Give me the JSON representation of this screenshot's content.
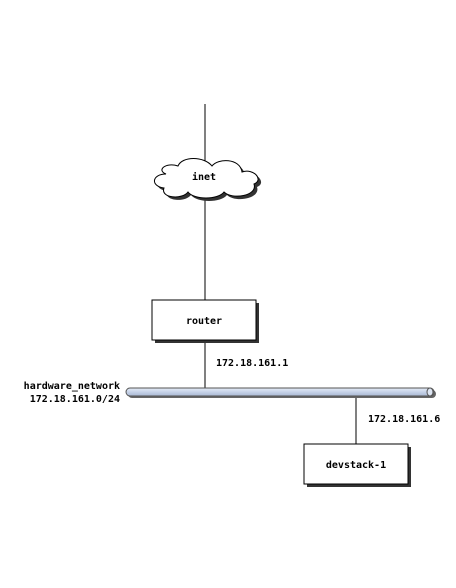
{
  "nodes": {
    "inet": {
      "label": "inet",
      "shape": "cloud"
    },
    "router": {
      "label": "router",
      "shape": "box"
    },
    "devstack": {
      "label": "devstack-1",
      "shape": "box"
    }
  },
  "network": {
    "name": "hardware_network",
    "cidr": "172.18.161.0/24"
  },
  "addresses": {
    "router": "172.18.161.1",
    "devstack": "172.18.161.6"
  },
  "colors": {
    "line": "#000000",
    "node_fill": "#ffffff",
    "shadow": "#333333",
    "network_bar_fill": "#c8d4e8",
    "network_bar_stroke": "#555555"
  }
}
